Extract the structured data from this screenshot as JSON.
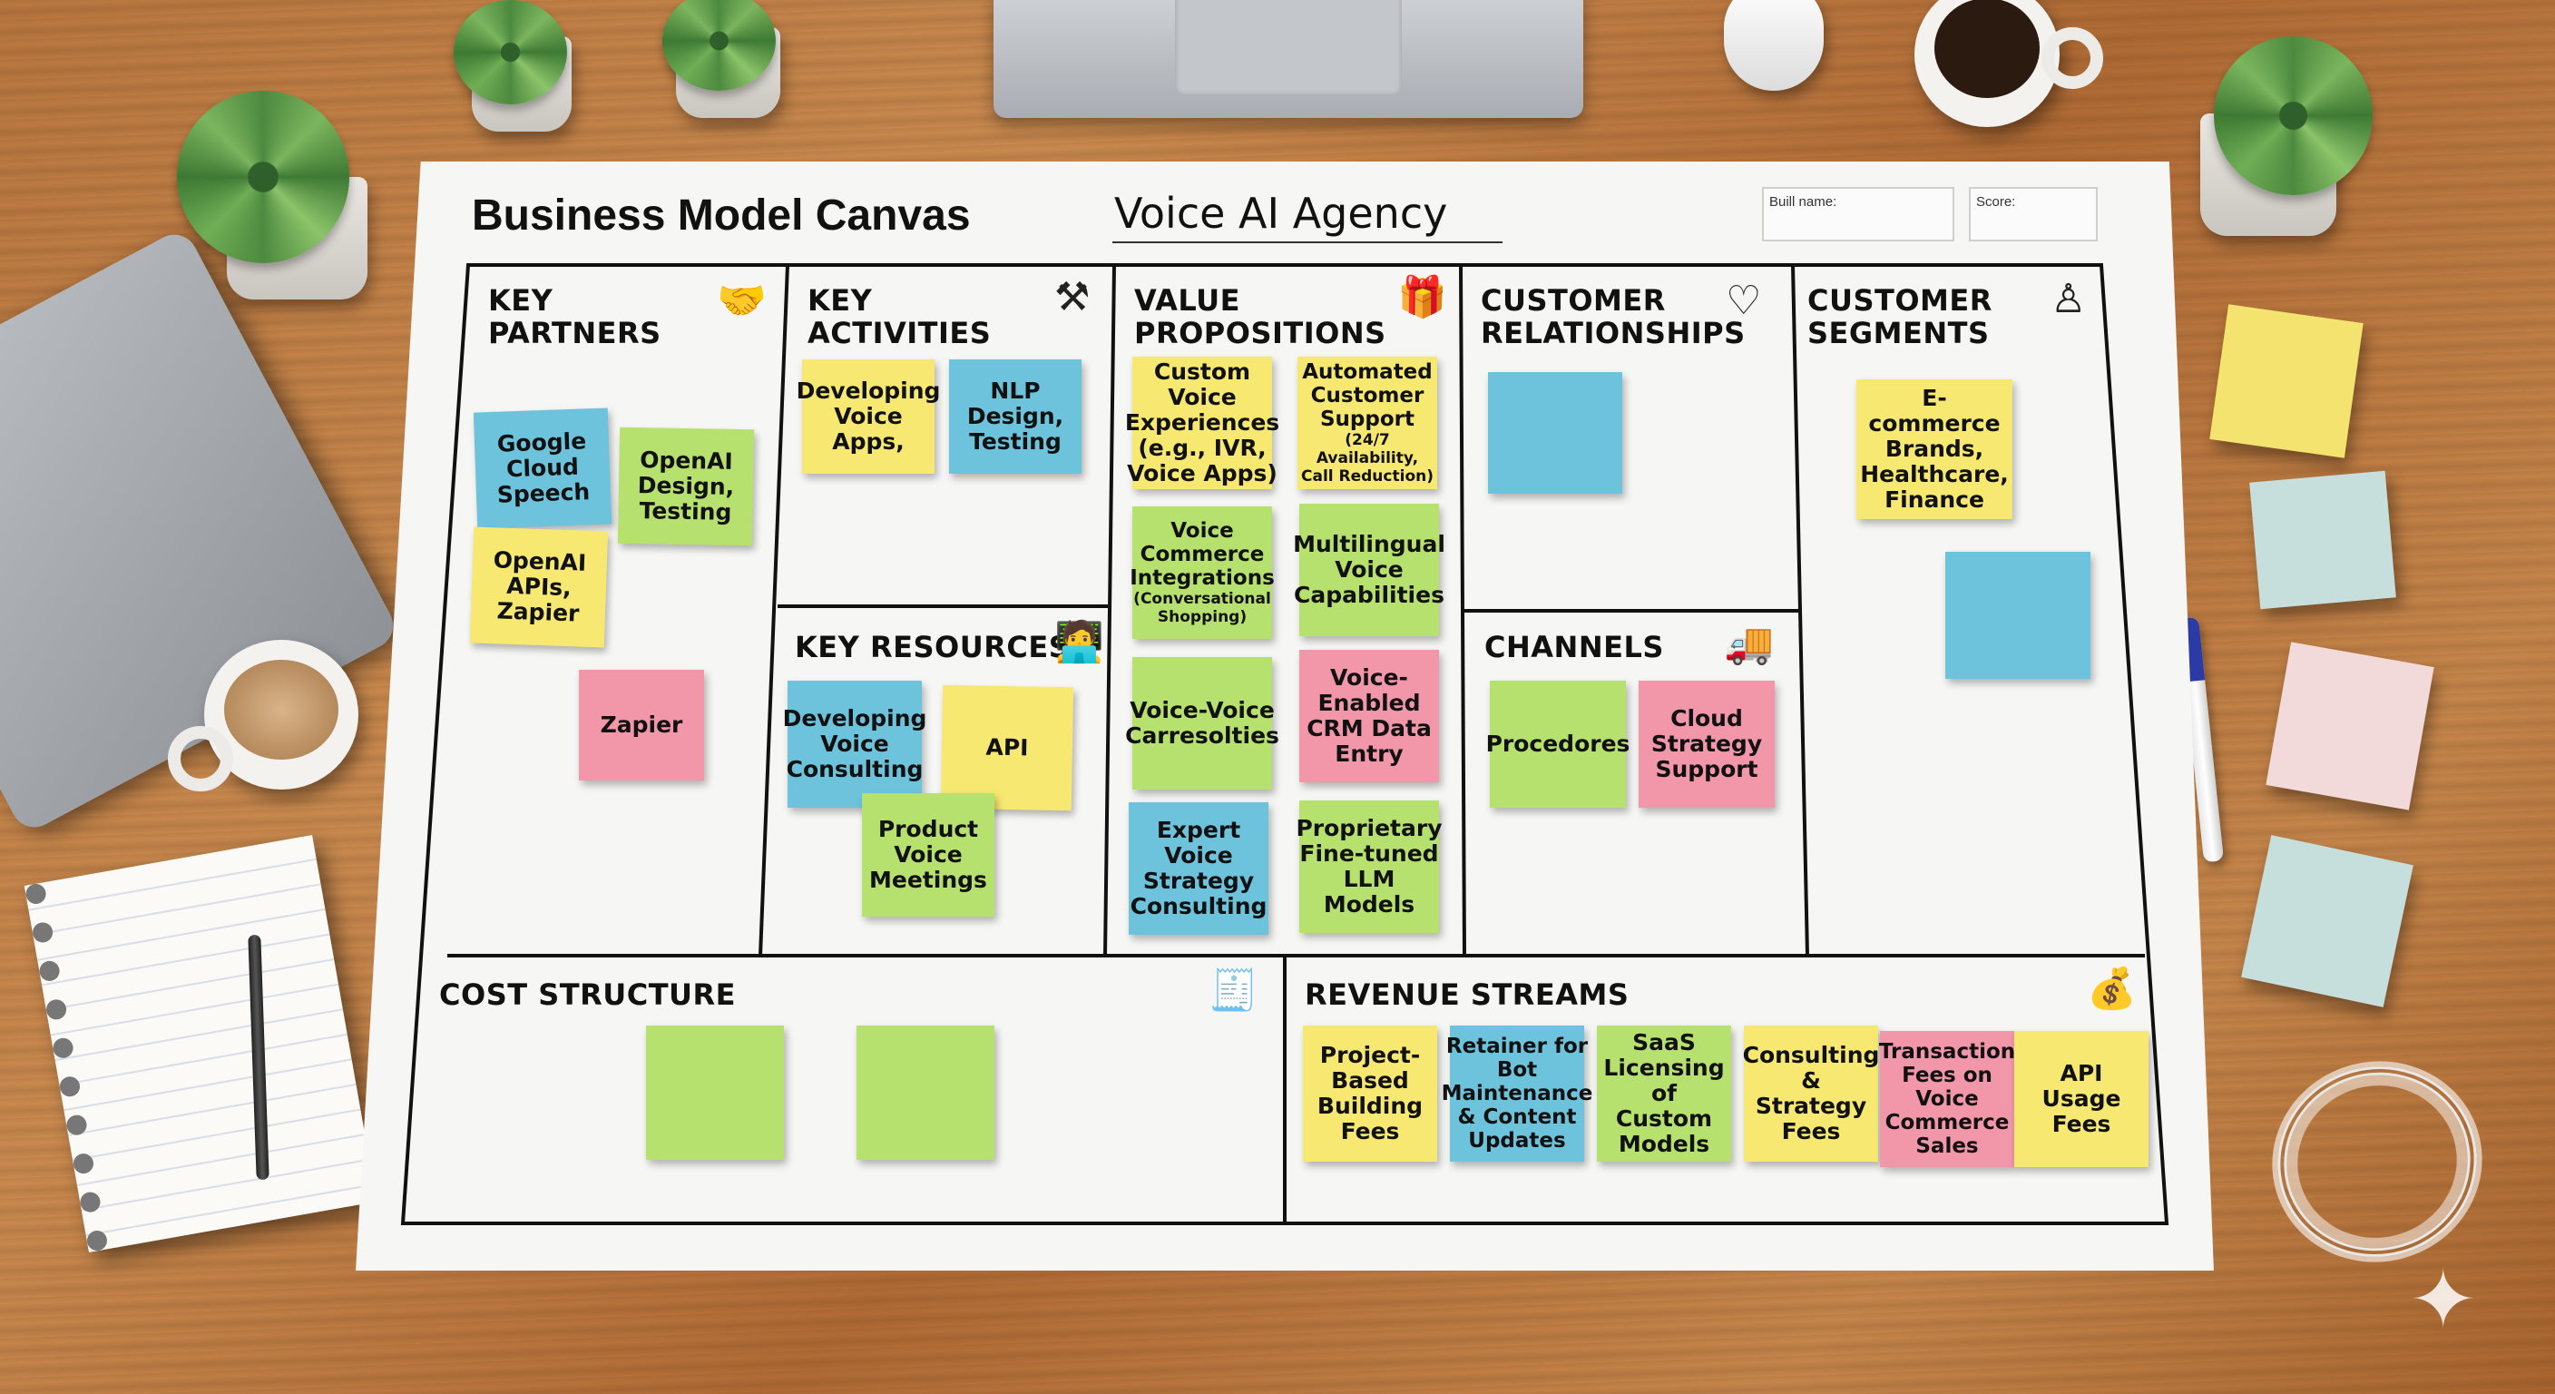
{
  "canvas": {
    "title": "Business Model Canvas",
    "subtitle": "Voice AI Agency",
    "build_name_label": "Buill name:",
    "score_label": "Score:"
  },
  "sections": {
    "key_partners": {
      "label_line1": "KEY",
      "label_line2": "PARTNERS",
      "icon": "handshake-icon",
      "notes": [
        "Google Cloud Speech",
        "OpenAI Design, Testing",
        "OpenAI APIs, Zapier",
        "Zapier"
      ]
    },
    "key_activities": {
      "label_line1": "KEY",
      "label_line2": "ACTIVITIES",
      "icon": "worker-icon",
      "notes": [
        "Developing Voice Apps,",
        "NLP Design, Testing"
      ]
    },
    "key_resources": {
      "label": "KEY RESOURCES",
      "icon": "person-desk-icon",
      "notes": [
        "Developing Voice Consulting",
        "API",
        "Product Voice Meetings"
      ]
    },
    "value_propositions": {
      "label_line1": "VALUE",
      "label_line2": "PROPOSITIONS",
      "icon": "gift-box-icon",
      "notes": [
        "Custom Voice Experiences (e.g., IVR, Voice Apps)",
        {
          "main": "Automated Customer Support",
          "detail": "(24/7 Availability, Call Reduction)"
        },
        {
          "main": "Voice Commerce Integrations",
          "detail": "(Conversational Shopping)"
        },
        "Multilingual Voice Capabilities",
        "Voice-Voice Carresolties",
        "Voice-Enabled CRM Data Entry",
        "Expert Voice Strategy Consulting",
        "Proprietary Fine-tuned LLM Models"
      ]
    },
    "customer_relationships": {
      "label_line1": "CUSTOMER",
      "label_line2": "RELATIONSHIPS",
      "icon": "heart-icon",
      "notes": [
        ""
      ]
    },
    "channels": {
      "label": "CHANNELS",
      "icon": "truck-icon",
      "notes": [
        "Procedores",
        "Cloud Strategy Support"
      ]
    },
    "customer_segments": {
      "label_line1": "CUSTOMER",
      "label_line2": "SEGMENTS",
      "icon": "person-icon",
      "notes": [
        "E-commerce Brands, Healthcare, Finance",
        ""
      ]
    },
    "cost_structure": {
      "label": "COST STRUCTURE",
      "icon": "receipt-icon",
      "notes": [
        "",
        ""
      ]
    },
    "revenue_streams": {
      "label": "REVENUE STREAMS",
      "icon": "money-bag-icon",
      "notes": [
        "Project-Based Building Fees",
        "Retainer for Bot Maintenance & Content Updates",
        "SaaS Licensing of Custom Models",
        "Consulting & Strategy Fees",
        "Transaction Fees on Voice Commerce Sales",
        "API Usage Fees"
      ]
    }
  },
  "colors": {
    "yellow": "#f7e872",
    "blue": "#6ec3dc",
    "green": "#b7e16e",
    "pink": "#f296aa"
  }
}
